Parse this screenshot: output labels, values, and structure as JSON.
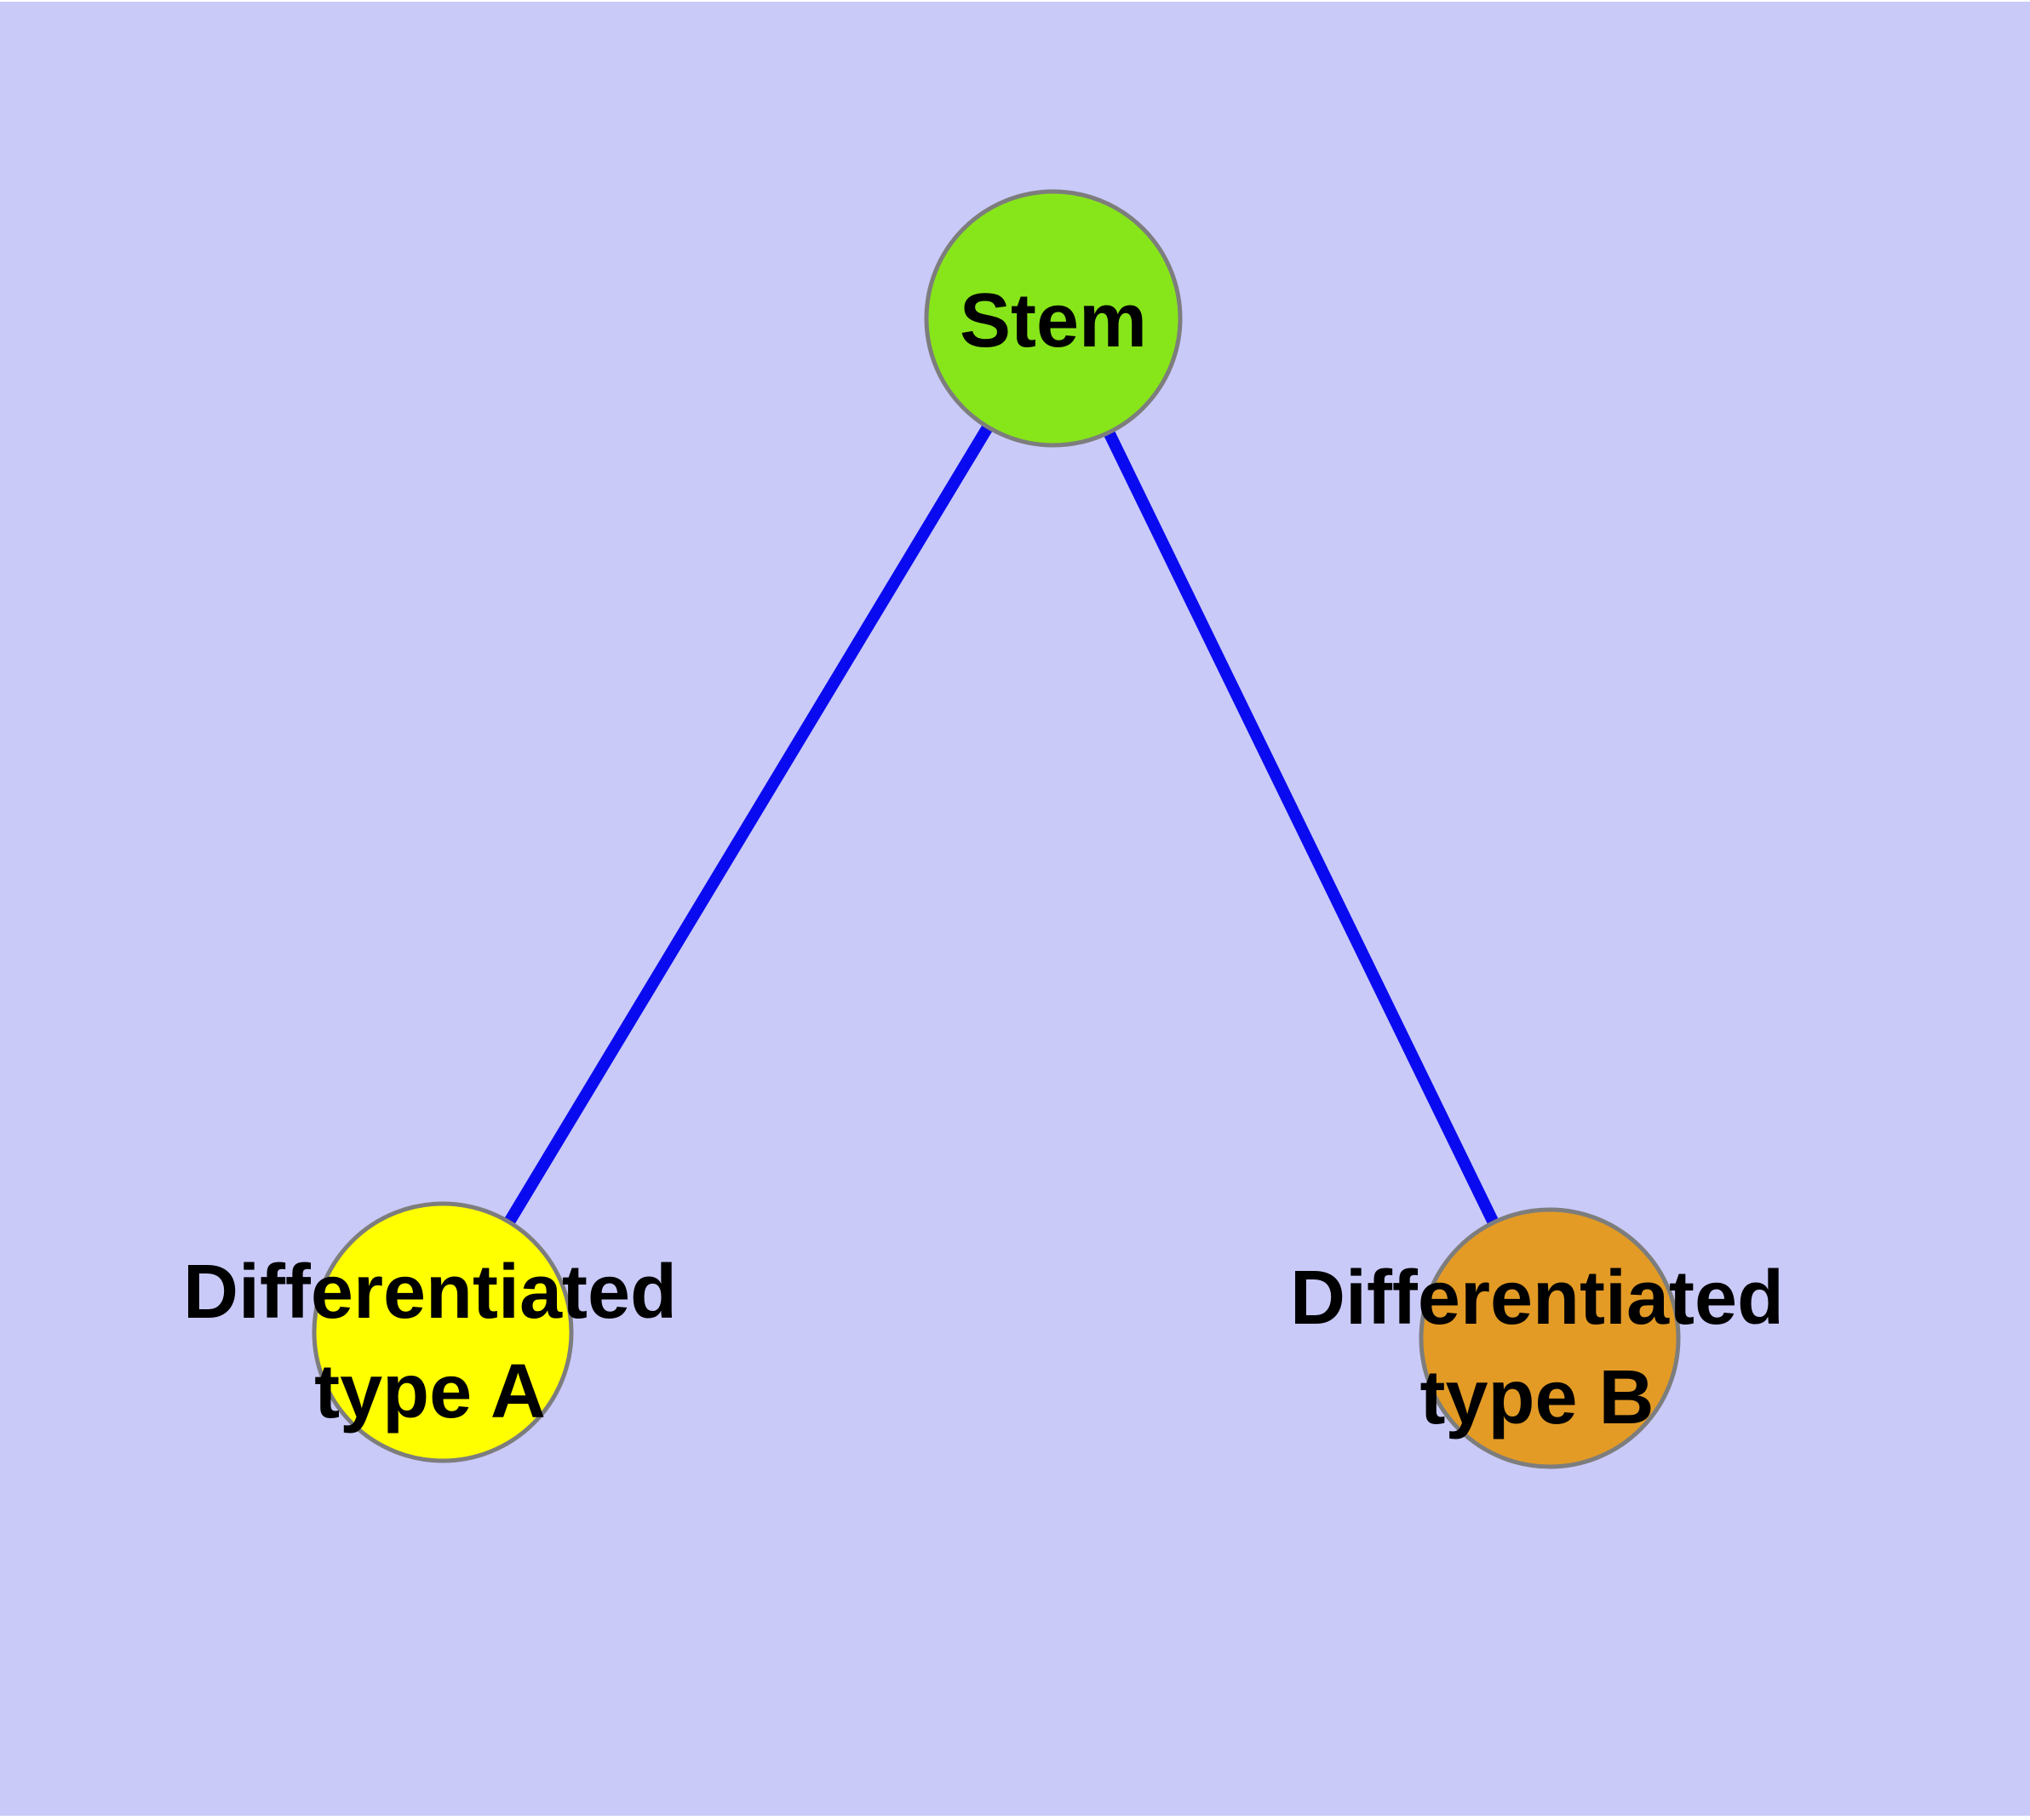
{
  "figure": {
    "background_color": "#C9CAF8",
    "edge_color": "#0A0AF0",
    "node_border_color": "#7D7D7D",
    "label_color": "#000000",
    "nodes": [
      {
        "id": "stem",
        "label": "Stem",
        "color": "#87E619"
      },
      {
        "id": "differentiated-type-a",
        "label": "Differentiated type A",
        "line1": "Differentiated",
        "line2": "type A",
        "color": "#FFFF00"
      },
      {
        "id": "differentiated-type-b",
        "label": "Differentiated type B",
        "line1": "Differentiated",
        "line2": "type B",
        "color": "#E39B25"
      }
    ],
    "edges": [
      {
        "from": "Stem",
        "to": "Differentiated type A"
      },
      {
        "from": "Stem",
        "to": "Differentiated type B"
      }
    ]
  }
}
